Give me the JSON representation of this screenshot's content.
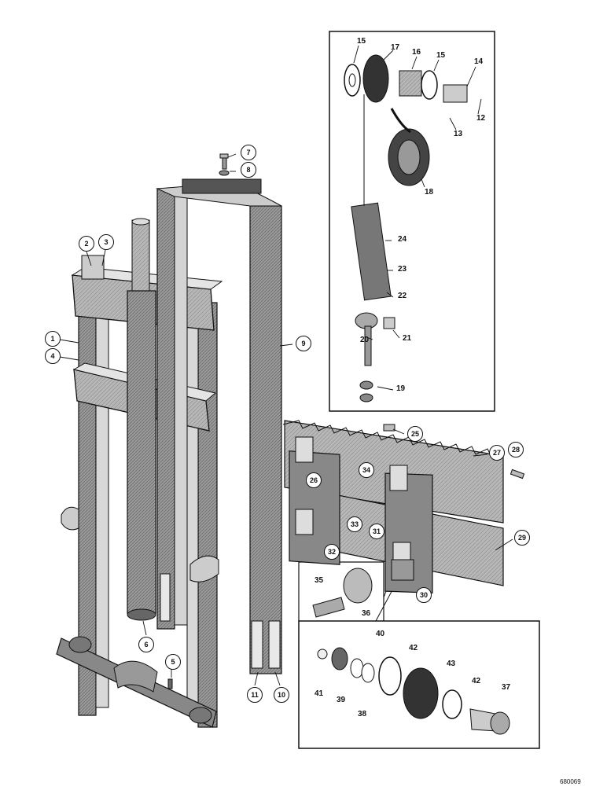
{
  "figure_code": "680069",
  "callouts": {
    "c1": "1",
    "c2": "2",
    "c3": "3",
    "c4": "4",
    "c5": "5",
    "c6": "6",
    "c7": "7",
    "c8": "8",
    "c9": "9",
    "c10": "10",
    "c11": "11",
    "c12": "12",
    "c13": "13",
    "c14": "14",
    "c15a": "15",
    "c15b": "15",
    "c16": "16",
    "c17": "17",
    "c18": "18",
    "c19": "19",
    "c20": "20",
    "c21": "21",
    "c22": "22",
    "c23": "23",
    "c24": "24",
    "c25": "25",
    "c26": "26",
    "c27": "27",
    "c28": "28",
    "c29": "29",
    "c30": "30",
    "c31": "31",
    "c32": "32",
    "c33": "33",
    "c34": "34",
    "c35": "35",
    "c36": "36",
    "c37": "37",
    "c38": "38",
    "c39": "39",
    "c40": "40",
    "c41": "41",
    "c42a": "42",
    "c42b": "42",
    "c43": "43"
  }
}
